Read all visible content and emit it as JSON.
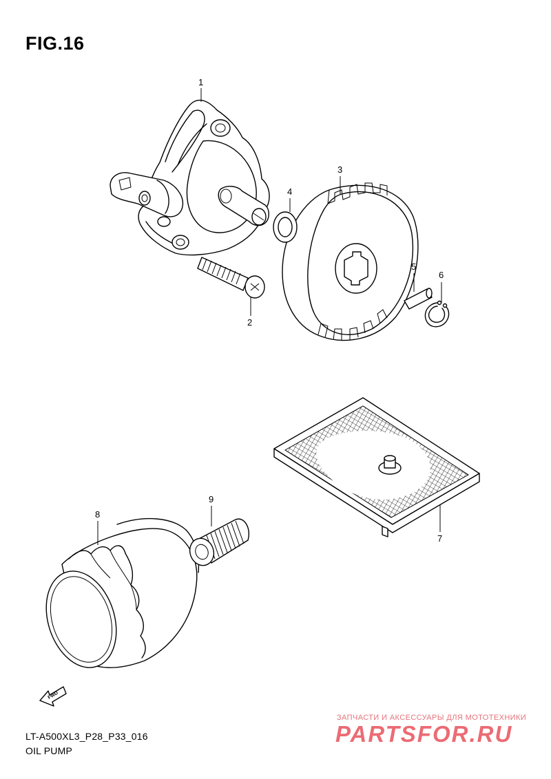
{
  "figure": {
    "title": "FIG.16"
  },
  "callouts": [
    "1",
    "2",
    "3",
    "4",
    "5",
    "6",
    "7",
    "8",
    "9"
  ],
  "fwd_label": "FWD",
  "footer": {
    "code": "LT-A500XL3_P28_P33_016",
    "caption": "OIL PUMP"
  },
  "watermark": {
    "tagline": "ЗАПЧАСТИ И АКСЕССУАРЫ ДЛЯ МОТОТЕХНИКИ",
    "brand": "PARTSFOR.RU",
    "color": "#e8525c"
  }
}
